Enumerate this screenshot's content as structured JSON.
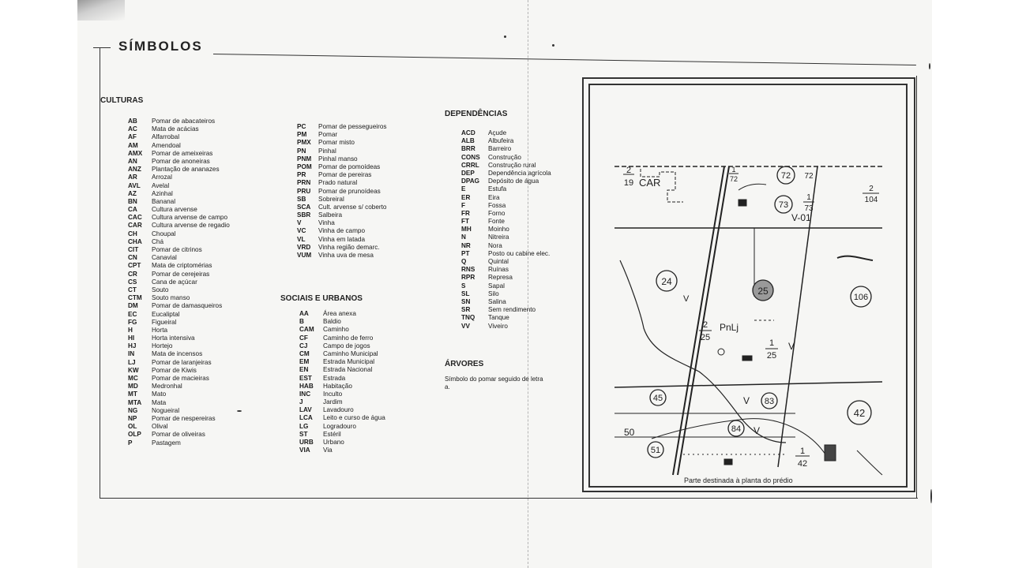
{
  "document": {
    "title": "SÍMBOLOS"
  },
  "sections": {
    "culturas": {
      "title": "CULTURAS",
      "items": [
        {
          "code": "AB",
          "desc": "Pomar de abacateiros"
        },
        {
          "code": "AC",
          "desc": "Mata de acácias"
        },
        {
          "code": "AF",
          "desc": "Alfarrobal"
        },
        {
          "code": "AM",
          "desc": "Amendoal"
        },
        {
          "code": "AMX",
          "desc": "Pomar de ameixeiras"
        },
        {
          "code": "AN",
          "desc": "Pomar de anoneiras"
        },
        {
          "code": "ANZ",
          "desc": "Plantação de ananazes"
        },
        {
          "code": "AR",
          "desc": "Arrozal"
        },
        {
          "code": "AVL",
          "desc": "Avelal"
        },
        {
          "code": "AZ",
          "desc": "Azinhal"
        },
        {
          "code": "BN",
          "desc": "Bananal"
        },
        {
          "code": "CA",
          "desc": "Cultura arvense"
        },
        {
          "code": "CAC",
          "desc": "Cultura arvense de campo"
        },
        {
          "code": "CAR",
          "desc": "Cultura arvense de regadio"
        },
        {
          "code": "CH",
          "desc": "Choupal"
        },
        {
          "code": "CHA",
          "desc": "Chá"
        },
        {
          "code": "CIT",
          "desc": "Pomar de citrinos"
        },
        {
          "code": "CN",
          "desc": "Canavial"
        },
        {
          "code": "CPT",
          "desc": "Mata de criptomérias"
        },
        {
          "code": "CR",
          "desc": "Pomar de cerejeiras"
        },
        {
          "code": "CS",
          "desc": "Cana de açúcar"
        },
        {
          "code": "CT",
          "desc": "Souto"
        },
        {
          "code": "CTM",
          "desc": "Souto manso"
        },
        {
          "code": "DM",
          "desc": "Pomar de damasqueiros"
        },
        {
          "code": "EC",
          "desc": "Eucaliptal"
        },
        {
          "code": "FG",
          "desc": "Figueiral"
        },
        {
          "code": "H",
          "desc": "Horta"
        },
        {
          "code": "HI",
          "desc": "Horta intensiva"
        },
        {
          "code": "HJ",
          "desc": "Hortejo"
        },
        {
          "code": "IN",
          "desc": "Mata de incensos"
        },
        {
          "code": "LJ",
          "desc": "Pomar de laranjeiras"
        },
        {
          "code": "KW",
          "desc": "Pomar de Kiwis"
        },
        {
          "code": "MC",
          "desc": "Pomar de macieiras"
        },
        {
          "code": "MD",
          "desc": "Medronhal"
        },
        {
          "code": "MT",
          "desc": "Mato"
        },
        {
          "code": "MTA",
          "desc": "Mata"
        },
        {
          "code": "NG",
          "desc": "Nogueiral"
        },
        {
          "code": "NP",
          "desc": "Pomar de nespereiras"
        },
        {
          "code": "OL",
          "desc": "Olival"
        },
        {
          "code": "OLP",
          "desc": "Pomar de oliveiras"
        },
        {
          "code": "P",
          "desc": "Pastagem"
        }
      ]
    },
    "culturas_cont": {
      "items": [
        {
          "code": "PC",
          "desc": "Pomar de pessegueiros"
        },
        {
          "code": "PM",
          "desc": "Pomar"
        },
        {
          "code": "PMX",
          "desc": "Pomar misto"
        },
        {
          "code": "PN",
          "desc": "Pinhal"
        },
        {
          "code": "PNM",
          "desc": "Pinhal manso"
        },
        {
          "code": "POM",
          "desc": "Pomar de pomoídeas"
        },
        {
          "code": "PR",
          "desc": "Pomar de pereiras"
        },
        {
          "code": "PRN",
          "desc": "Prado natural"
        },
        {
          "code": "PRU",
          "desc": "Pomar de prunoídeas"
        },
        {
          "code": "SB",
          "desc": "Sobreiral"
        },
        {
          "code": "SCA",
          "desc": "Cult. arvense s/ coberto"
        },
        {
          "code": "SBR",
          "desc": "Salbeira"
        },
        {
          "code": "V",
          "desc": "Vinha"
        },
        {
          "code": "VC",
          "desc": "Vinha de campo"
        },
        {
          "code": "VL",
          "desc": "Vinha em latada"
        },
        {
          "code": "VRD",
          "desc": "Vinha região demarc."
        },
        {
          "code": "VUM",
          "desc": "Vinha uva de mesa"
        }
      ]
    },
    "sociais": {
      "title": "SOCIAIS E URBANOS",
      "items": [
        {
          "code": "AA",
          "desc": "Área anexa"
        },
        {
          "code": "B",
          "desc": "Baldio"
        },
        {
          "code": "CAM",
          "desc": "Caminho"
        },
        {
          "code": "CF",
          "desc": "Caminho de ferro"
        },
        {
          "code": "CJ",
          "desc": "Campo de jogos"
        },
        {
          "code": "CM",
          "desc": "Caminho Municipal"
        },
        {
          "code": "EM",
          "desc": "Estrada Municipal"
        },
        {
          "code": "EN",
          "desc": "Estrada Nacional"
        },
        {
          "code": "EST",
          "desc": "Estrada"
        },
        {
          "code": "HAB",
          "desc": "Habitação"
        },
        {
          "code": "INC",
          "desc": "Inculto"
        },
        {
          "code": "J",
          "desc": "Jardim"
        },
        {
          "code": "LAV",
          "desc": "Lavadouro"
        },
        {
          "code": "LCA",
          "desc": "Leito e curso de água"
        },
        {
          "code": "LG",
          "desc": "Logradouro"
        },
        {
          "code": "ST",
          "desc": "Estéril"
        },
        {
          "code": "URB",
          "desc": "Urbano"
        },
        {
          "code": "VIA",
          "desc": "Via"
        }
      ]
    },
    "dependencias": {
      "title": "DEPENDÊNCIAS",
      "items": [
        {
          "code": "ACD",
          "desc": "Açude"
        },
        {
          "code": "ALB",
          "desc": "Albufeira"
        },
        {
          "code": "BRR",
          "desc": "Barreiro"
        },
        {
          "code": "CONS",
          "desc": "Construção"
        },
        {
          "code": "CRRL",
          "desc": "Construção rural"
        },
        {
          "code": "DEP",
          "desc": "Dependência agrícola"
        },
        {
          "code": "DPAG",
          "desc": "Depósito de água"
        },
        {
          "code": "E",
          "desc": "Estufa"
        },
        {
          "code": "ER",
          "desc": "Eira"
        },
        {
          "code": "F",
          "desc": "Fossa"
        },
        {
          "code": "FR",
          "desc": "Forno"
        },
        {
          "code": "FT",
          "desc": "Fonte"
        },
        {
          "code": "MH",
          "desc": "Moinho"
        },
        {
          "code": "N",
          "desc": "Nitreira"
        },
        {
          "code": "NR",
          "desc": "Nora"
        },
        {
          "code": "PT",
          "desc": "Posto ou cabine elec."
        },
        {
          "code": "Q",
          "desc": "Quintal"
        },
        {
          "code": "RNS",
          "desc": "Ruínas"
        },
        {
          "code": "RPR",
          "desc": "Represa"
        },
        {
          "code": "S",
          "desc": "Sapal"
        },
        {
          "code": "SL",
          "desc": "Silo"
        },
        {
          "code": "SN",
          "desc": "Salina"
        },
        {
          "code": "SR",
          "desc": "Sem rendimento"
        },
        {
          "code": "TNQ",
          "desc": "Tanque"
        },
        {
          "code": "VV",
          "desc": "Viveiro"
        }
      ]
    },
    "arvores": {
      "title": "ÁRVORES",
      "note": "Símbolo do pomar seguido de letra a."
    }
  },
  "map": {
    "caption": "Parte destinada à planta do prédio",
    "labels": {
      "car_num": "2",
      "car_den": "19",
      "car_text": "CAR",
      "a1_num": "1",
      "a1_den": "72",
      "c72": "72",
      "c72b": "72",
      "p104_num": "2",
      "p104_den": "104",
      "c73": "73",
      "f73_num": "1",
      "f73_den": "73",
      "v01": "V-01",
      "c24": "24",
      "v24": "V",
      "c25": "25",
      "c106": "106",
      "pnlj_num": "2",
      "pnlj_den": "25",
      "pnlj_text": "PnLj",
      "f25_num": "1",
      "f25_den": "25",
      "v25": "V",
      "c45": "45",
      "v83": "V",
      "c83": "83",
      "c42": "42",
      "f50": "50",
      "c84": "84",
      "v84": "V",
      "c51": "51",
      "f42_num": "1",
      "f42_den": "42"
    }
  }
}
